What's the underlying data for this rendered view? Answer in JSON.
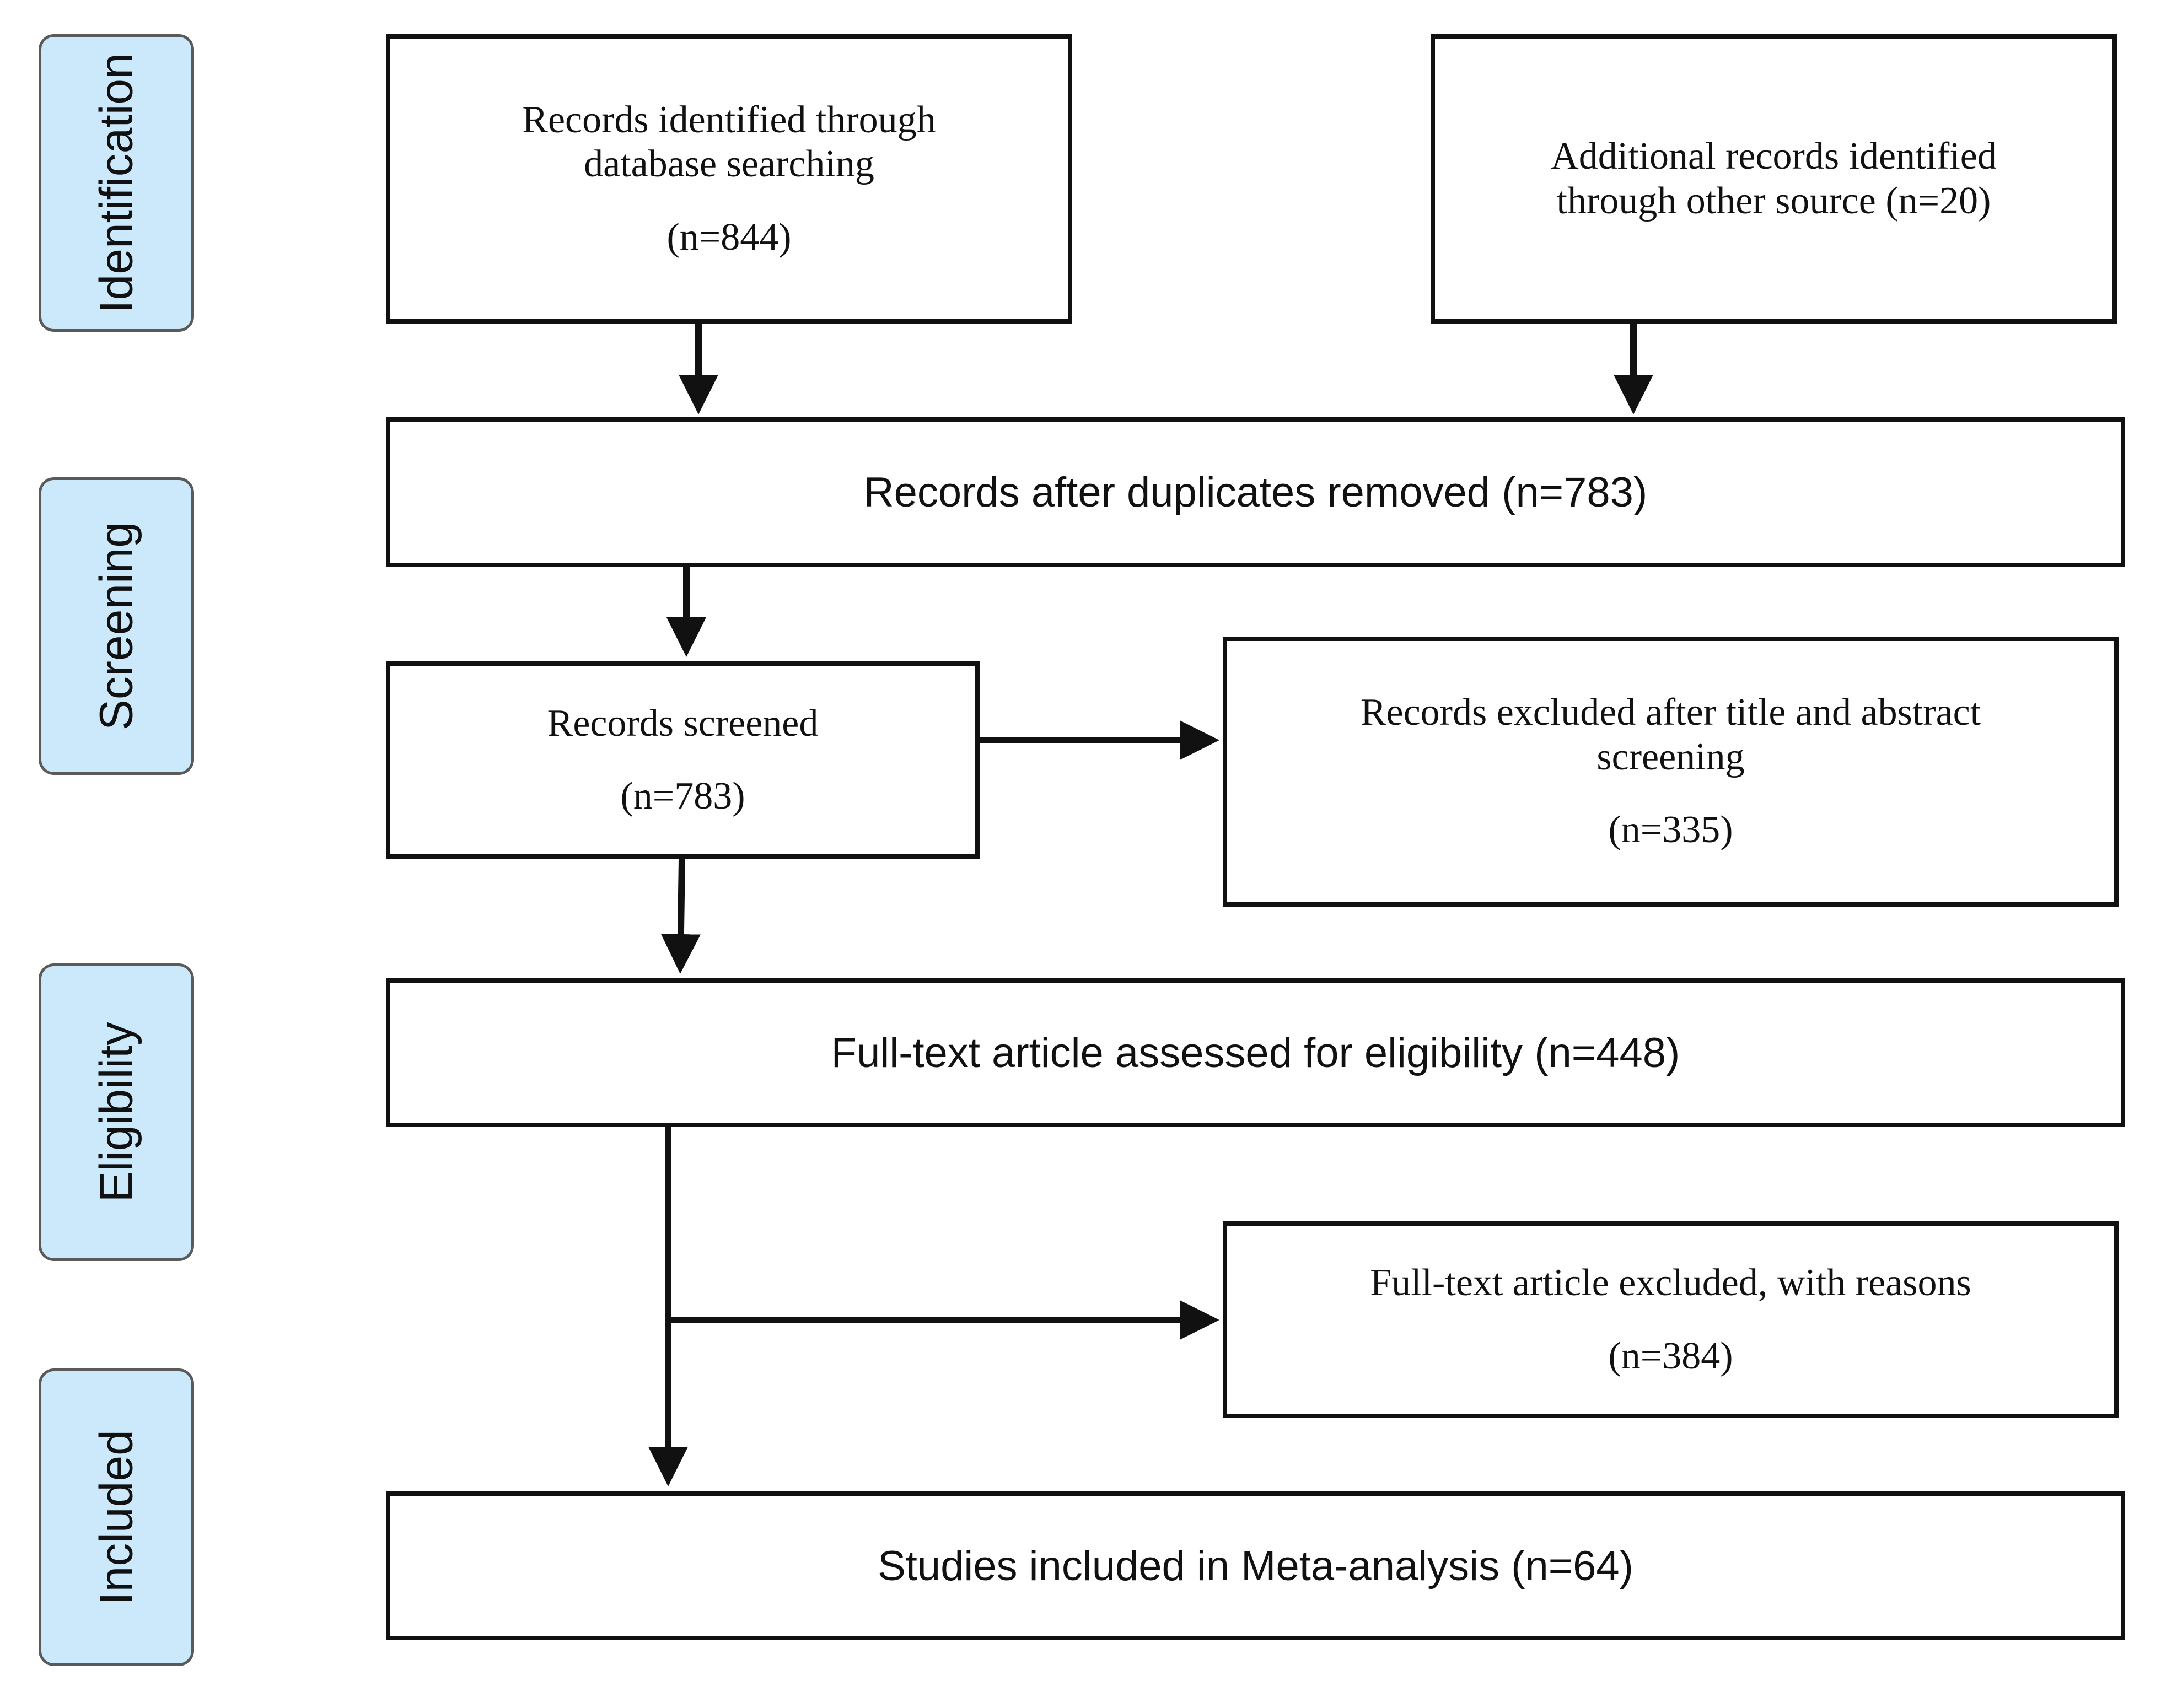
{
  "phases": {
    "identification": "Identification",
    "screening": "Screening",
    "eligibility": "Eligibility",
    "included": "Included"
  },
  "boxes": {
    "database_search": {
      "label_line1": "Records identified through",
      "label_line2": "database searching",
      "count": "(n=844)"
    },
    "other_sources": {
      "label_line1": "Additional records identified",
      "label_line2": "through other source (n=20)"
    },
    "duplicates_removed": {
      "label": "Records after duplicates removed (n=783)"
    },
    "screened": {
      "label": "Records screened",
      "count": "(n=783)"
    },
    "excluded_title_abstract": {
      "label_line1": "Records excluded after title and abstract",
      "label_line2": "screening",
      "count": "(n=335)"
    },
    "full_text_assessed": {
      "label": "Full-text article assessed for eligibility (n=448)"
    },
    "full_text_excluded": {
      "label": "Full-text article excluded, with reasons",
      "count": "(n=384)"
    },
    "included_meta": {
      "label": "Studies included in Meta-analysis (n=64)"
    }
  }
}
